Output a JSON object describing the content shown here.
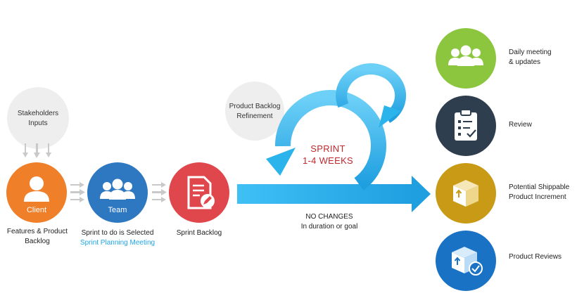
{
  "inputs": {
    "stakeholders": {
      "line1": "Stakeholders",
      "line2": "Inputs"
    },
    "refinement": {
      "line1": "Product Backlog",
      "line2": "Refinement"
    }
  },
  "flow": {
    "client": {
      "label": "Client",
      "caption1": "Features & Product",
      "caption2": "Backlog",
      "color": "#f07f2a"
    },
    "team": {
      "label": "Team",
      "caption1": "Sprint to do is Selected",
      "caption2": "Sprint Planning Meeting",
      "color": "#2e78c2"
    },
    "backlog": {
      "caption": "Sprint Backlog",
      "color": "#e0474c"
    }
  },
  "sprint": {
    "line1": "SPRINT",
    "line2": "1-4 WEEKS",
    "note1": "NO CHANGES",
    "note2": "In duration or goal",
    "arrow_color": "#2bb3ec"
  },
  "outcomes": [
    {
      "line1": "Daily meeting",
      "line2": "& updates",
      "color": "#8cc63f",
      "icon": "people-icon"
    },
    {
      "line1": "Review",
      "line2": "",
      "color": "#2f3e4e",
      "icon": "clipboard-icon"
    },
    {
      "line1": "Potential Shippable",
      "line2": "Product Increment",
      "color": "#c99a16",
      "icon": "box-icon"
    },
    {
      "line1": "Product Reviews",
      "line2": "",
      "color": "#1a72c4",
      "icon": "box-check-icon"
    }
  ]
}
